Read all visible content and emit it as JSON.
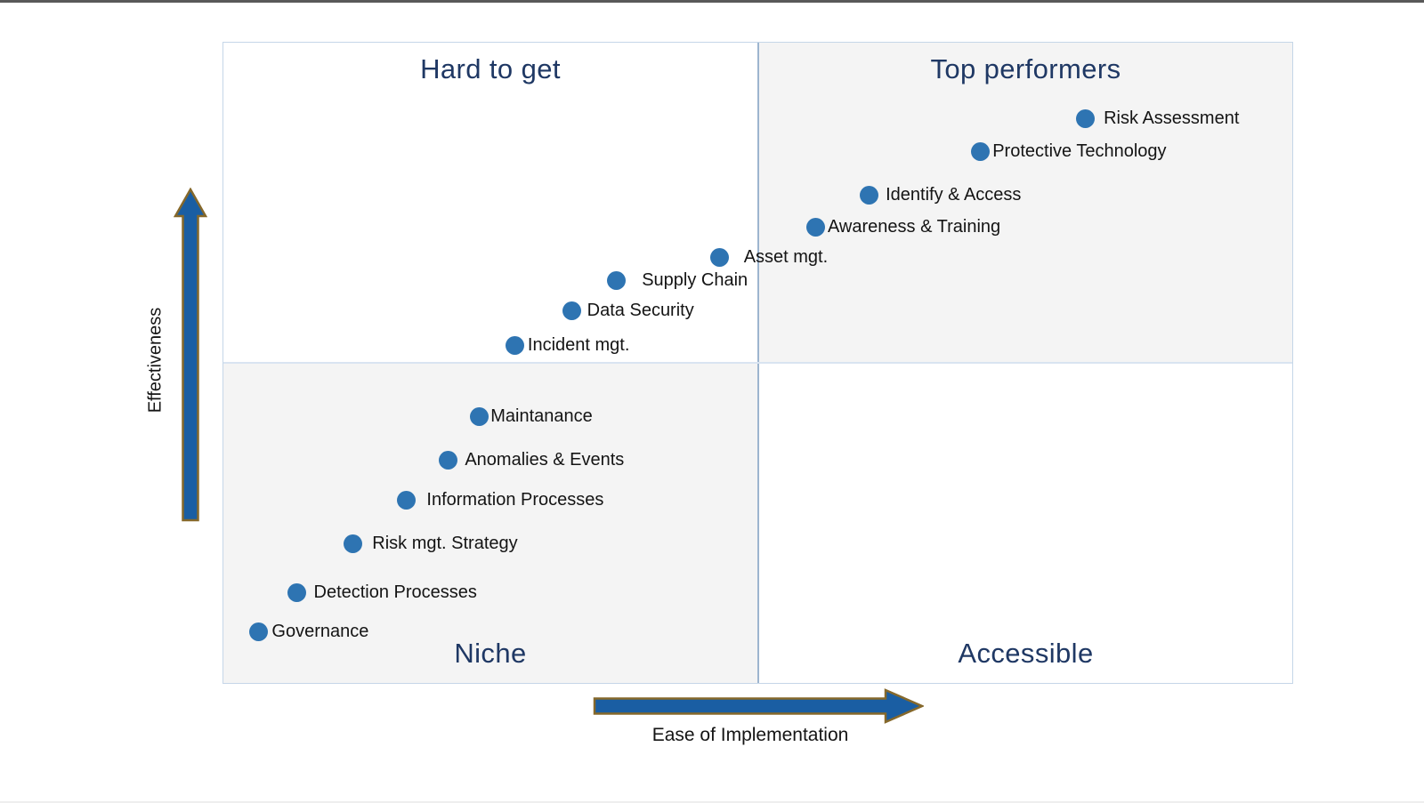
{
  "chart_data": {
    "type": "scatter",
    "title": "",
    "xlabel": "Ease of Implementation",
    "ylabel": "Effectiveness",
    "xlim": [
      0,
      100
    ],
    "ylim": [
      0,
      100
    ],
    "grid": false,
    "legend": "none",
    "quadrants": {
      "top_left": {
        "label": "Hard to get"
      },
      "top_right": {
        "label": "Top performers"
      },
      "bottom_left": {
        "label": "Niche"
      },
      "bottom_right": {
        "label": "Accessible"
      }
    },
    "points": [
      {
        "label": "Risk Assessment",
        "ease": 80.6,
        "effectiveness": 88.1,
        "label_gap": 10
      },
      {
        "label": "Protective Technology",
        "ease": 70.8,
        "effectiveness": 83.0,
        "label_gap": 3
      },
      {
        "label": "Identify & Access",
        "ease": 60.4,
        "effectiveness": 76.3,
        "label_gap": 8
      },
      {
        "label": "Awareness & Training",
        "ease": 55.4,
        "effectiveness": 71.3,
        "label_gap": 3
      },
      {
        "label": "Asset mgt.",
        "ease": 46.4,
        "effectiveness": 66.5,
        "label_gap": 17
      },
      {
        "label": "Supply Chain",
        "ease": 36.8,
        "effectiveness": 62.9,
        "label_gap": 18
      },
      {
        "label": "Data Security",
        "ease": 32.6,
        "effectiveness": 58.2,
        "label_gap": 7
      },
      {
        "label": "Incident mgt.",
        "ease": 27.3,
        "effectiveness": 52.9,
        "label_gap": 4
      },
      {
        "label": "Maintanance",
        "ease": 24.0,
        "effectiveness": 41.8,
        "label_gap": 2
      },
      {
        "label": "Anomalies & Events",
        "ease": 21.1,
        "effectiveness": 35.0,
        "label_gap": 8
      },
      {
        "label": "Information Processes",
        "ease": 17.2,
        "effectiveness": 28.8,
        "label_gap": 12
      },
      {
        "label": "Risk mgt. Strategy",
        "ease": 12.2,
        "effectiveness": 21.9,
        "label_gap": 11
      },
      {
        "label": "Detection Processes",
        "ease": 6.9,
        "effectiveness": 14.3,
        "label_gap": 9
      },
      {
        "label": "Governance",
        "ease": 3.4,
        "effectiveness": 8.2,
        "label_gap": 4
      }
    ]
  },
  "colors": {
    "dot": "#2e74b2",
    "arrow_fill": "#1a5ea3",
    "arrow_stroke": "#85682b",
    "quadrant_title": "#1f3864",
    "label_text": "#141414",
    "quadrant_fill": "#f4f4f4",
    "border_outer": "#c5d6e8",
    "divider_vertical": "#9db5cf",
    "divider_horizontal": "#d9e4f1",
    "top_edge": "#595959"
  }
}
